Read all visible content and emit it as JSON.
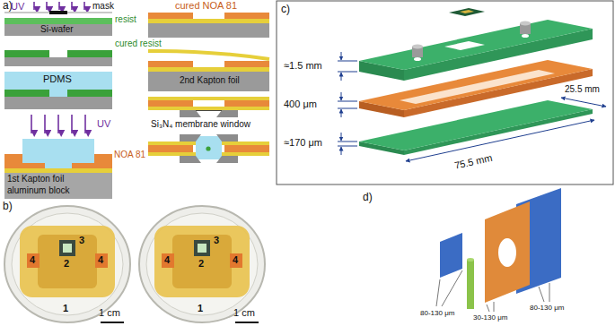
{
  "diagram": {
    "labels": [
      "a)",
      "UV",
      "mask",
      "resist",
      "Si-wafer",
      "cured resist",
      "PDMS",
      "UV",
      "NOA 81",
      "1st Kapton foil",
      "aluminum block",
      "cured NOA 81",
      "2nd Kapton foil",
      "Si₃N₄ membrane window",
      "b)",
      "1",
      "2",
      "3",
      "4",
      "4",
      "1 cm",
      "1",
      "2",
      "3",
      "4",
      "4",
      "1 cm",
      "c)",
      "≈1.5 mm",
      "400 μm",
      "≈170 μm",
      "25.5 mm",
      "75.5 mm",
      "d)",
      "80-130 μm",
      "30-130 μm",
      "80-130 μm"
    ]
  }
}
